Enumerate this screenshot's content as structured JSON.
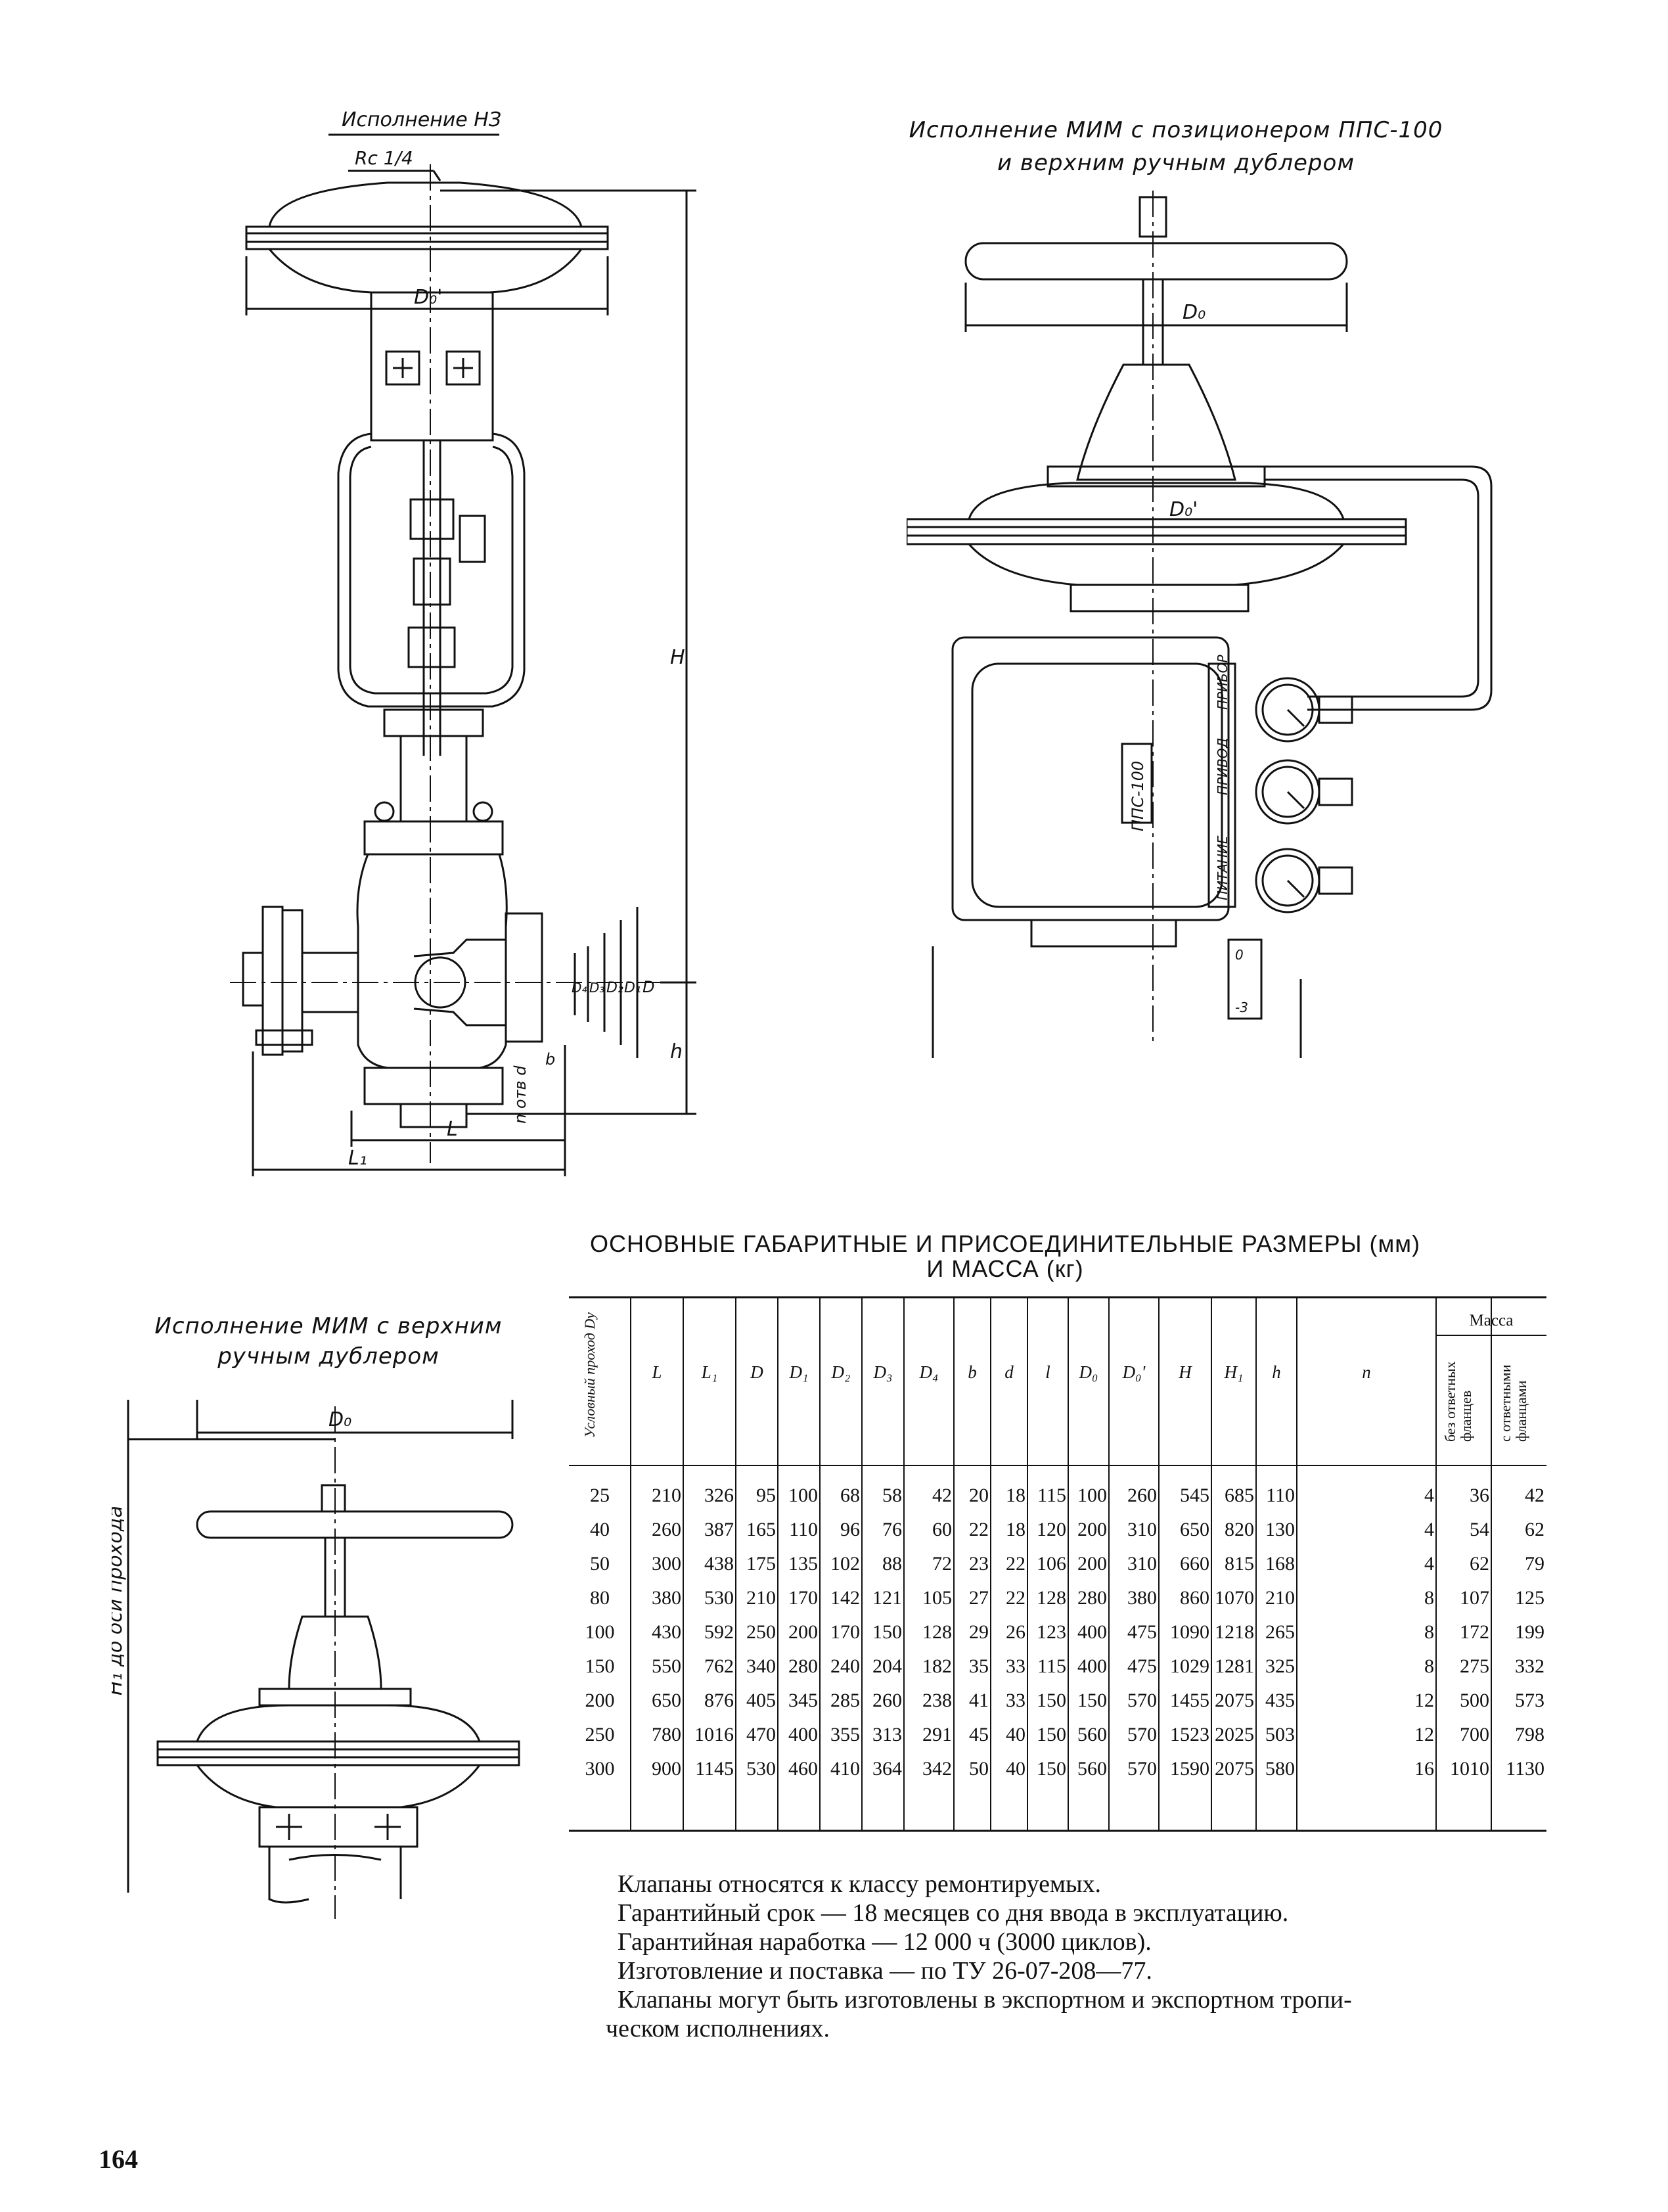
{
  "drawings": {
    "left": {
      "variant_label": "Исполнение НЗ",
      "thread_label": "Rc 1/4",
      "dims": [
        "D₀'",
        "H",
        "L",
        "L₁",
        "h",
        "D",
        "D₁",
        "D₂",
        "D₃",
        "D₄",
        "b",
        "n отв d"
      ]
    },
    "right": {
      "caption_line1": "Исполнение МИМ  с позиционером ППС-100",
      "caption_line2": "и верхним ручным дублером",
      "dims": [
        "D₀",
        "D₀'"
      ],
      "device_labels": [
        "ППС-100",
        "ПРИБОР",
        "ПРИВОД",
        "ПИТАНИЕ"
      ],
      "gauge_ticks": [
        "0",
        "-3"
      ]
    },
    "bottom_left": {
      "caption_line1": "Исполнение МИМ  с верхним",
      "caption_line2": "ручным дублером",
      "dims": [
        "D₀",
        "H₁ до оси прохода"
      ]
    }
  },
  "table": {
    "title_line1": "ОСНОВНЫЕ ГАБАРИТНЫЕ И ПРИСОЕДИНИТЕЛЬНЫЕ РАЗМЕРЫ (мм)",
    "title_line2": "И МАССА (кг)",
    "first_col_header": "Условный проход Dу",
    "headers": [
      "L",
      "L₁",
      "D",
      "D₁",
      "D₂",
      "D₃",
      "D₄",
      "b",
      "d",
      "l",
      "D₀",
      "D₀'",
      "H",
      "H₁",
      "h",
      "n"
    ],
    "mass_header": "Масса",
    "mass_sub": [
      "без ответных фланцев",
      "с ответными фланцами"
    ],
    "rows": [
      [
        "25",
        "210",
        "326",
        "95",
        "100",
        "68",
        "58",
        "42",
        "20",
        "18",
        "115",
        "100",
        "260",
        "545",
        "685",
        "110",
        "4",
        "36",
        "42"
      ],
      [
        "40",
        "260",
        "387",
        "165",
        "110",
        "96",
        "76",
        "60",
        "22",
        "18",
        "120",
        "200",
        "310",
        "650",
        "820",
        "130",
        "4",
        "54",
        "62"
      ],
      [
        "50",
        "300",
        "438",
        "175",
        "135",
        "102",
        "88",
        "72",
        "23",
        "22",
        "106",
        "200",
        "310",
        "660",
        "815",
        "168",
        "4",
        "62",
        "79"
      ],
      [
        "80",
        "380",
        "530",
        "210",
        "170",
        "142",
        "121",
        "105",
        "27",
        "22",
        "128",
        "280",
        "380",
        "860",
        "1070",
        "210",
        "8",
        "107",
        "125"
      ],
      [
        "100",
        "430",
        "592",
        "250",
        "200",
        "170",
        "150",
        "128",
        "29",
        "26",
        "123",
        "400",
        "475",
        "1090",
        "1218",
        "265",
        "8",
        "172",
        "199"
      ],
      [
        "150",
        "550",
        "762",
        "340",
        "280",
        "240",
        "204",
        "182",
        "35",
        "33",
        "115",
        "400",
        "475",
        "1029",
        "1281",
        "325",
        "8",
        "275",
        "332"
      ],
      [
        "200",
        "650",
        "876",
        "405",
        "345",
        "285",
        "260",
        "238",
        "41",
        "33",
        "150",
        "150",
        "570",
        "1455",
        "2075",
        "435",
        "12",
        "500",
        "573"
      ],
      [
        "250",
        "780",
        "1016",
        "470",
        "400",
        "355",
        "313",
        "291",
        "45",
        "40",
        "150",
        "560",
        "570",
        "1523",
        "2025",
        "503",
        "12",
        "700",
        "798"
      ],
      [
        "300",
        "900",
        "1145",
        "530",
        "460",
        "410",
        "364",
        "342",
        "50",
        "40",
        "150",
        "560",
        "570",
        "1590",
        "2075",
        "580",
        "16",
        "1010",
        "1130"
      ]
    ]
  },
  "notes": [
    "Клапаны относятся к классу ремонтируемых.",
    "Гарантийный срок — 18 месяцев со дня ввода в эксплуатацию.",
    "Гарантийная наработка — 12 000 ч (3000 циклов).",
    "Изготовление и поставка — по ТУ 26-07-208—77.",
    "Клапаны могут быть изготовлены в экспортном и экспортном тропи-",
    "ческом исполнениях."
  ],
  "page_number": "164"
}
